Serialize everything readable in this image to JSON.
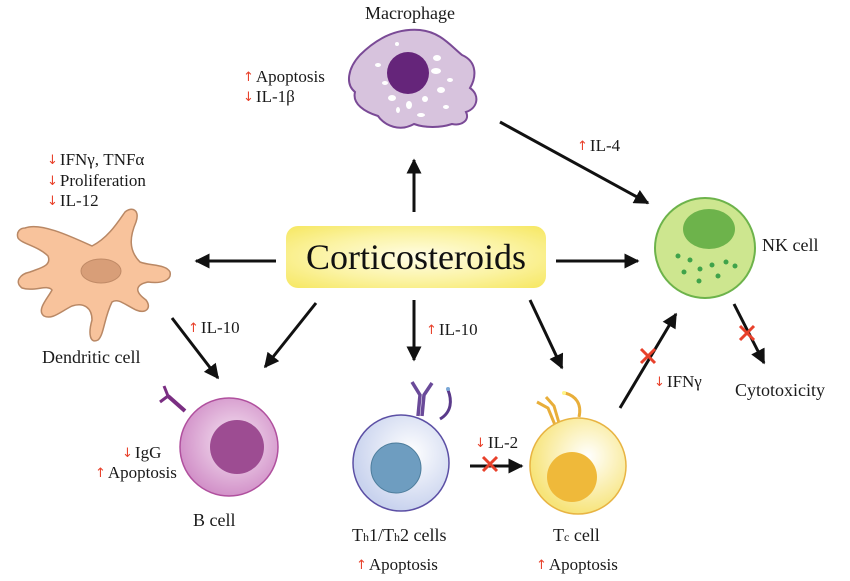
{
  "center": {
    "label": "Corticosteroids"
  },
  "colors": {
    "increase_arrow": "#e8412b",
    "decrease_arrow": "#e8412b",
    "block_cross": "#e8412b",
    "arrow": "#111111",
    "center_box": "#f6e760"
  },
  "cells": {
    "macrophage": {
      "name": "Macrophage",
      "effects": [
        {
          "dir": "up",
          "symbol": "↑",
          "text": "Apoptosis"
        },
        {
          "dir": "down",
          "symbol": "↓",
          "text": "IL-1β"
        }
      ]
    },
    "dendritic": {
      "name": "Dendritic cell",
      "effects": [
        {
          "dir": "down",
          "symbol": "↓",
          "text": "IFNγ, TNFα"
        },
        {
          "dir": "down",
          "symbol": "↓",
          "text": "Proliferation"
        },
        {
          "dir": "down",
          "symbol": "↓",
          "text": "IL-12"
        }
      ]
    },
    "b_cell": {
      "name": "B cell",
      "effects": [
        {
          "dir": "down",
          "symbol": "↓",
          "text": "IgG"
        },
        {
          "dir": "up",
          "symbol": "↑",
          "text": "Apoptosis"
        }
      ]
    },
    "th_cells": {
      "name_prefix": "T",
      "name_sub1": "h",
      "name_mid": "1/T",
      "name_sub2": "h",
      "name_suffix": "2 cells",
      "effects": [
        {
          "dir": "up",
          "symbol": "↑",
          "text": "Apoptosis"
        }
      ]
    },
    "tc_cell": {
      "name_prefix": "T",
      "name_sub": "c",
      "name_suffix": " cell",
      "effects": [
        {
          "dir": "up",
          "symbol": "↑",
          "text": "Apoptosis"
        }
      ]
    },
    "nk_cell": {
      "name": "NK cell",
      "outcome": "Cytotoxicity"
    }
  },
  "pathway_labels": {
    "dc_to_b": {
      "dir": "up",
      "symbol": "↑",
      "text": "IL-10"
    },
    "center_to_th": {
      "dir": "up",
      "symbol": "↑",
      "text": "IL-10"
    },
    "macrophage_to_nk": {
      "dir": "up",
      "symbol": "↑",
      "text": "IL-4"
    },
    "th_to_tc": {
      "dir": "down",
      "symbol": "↓",
      "text": "IL-2",
      "blocked": true
    },
    "tc_to_nk": {
      "dir": "down",
      "symbol": "↓",
      "text": "IFNγ",
      "blocked": true
    },
    "nk_to_cytotoxicity": {
      "blocked": true
    }
  }
}
